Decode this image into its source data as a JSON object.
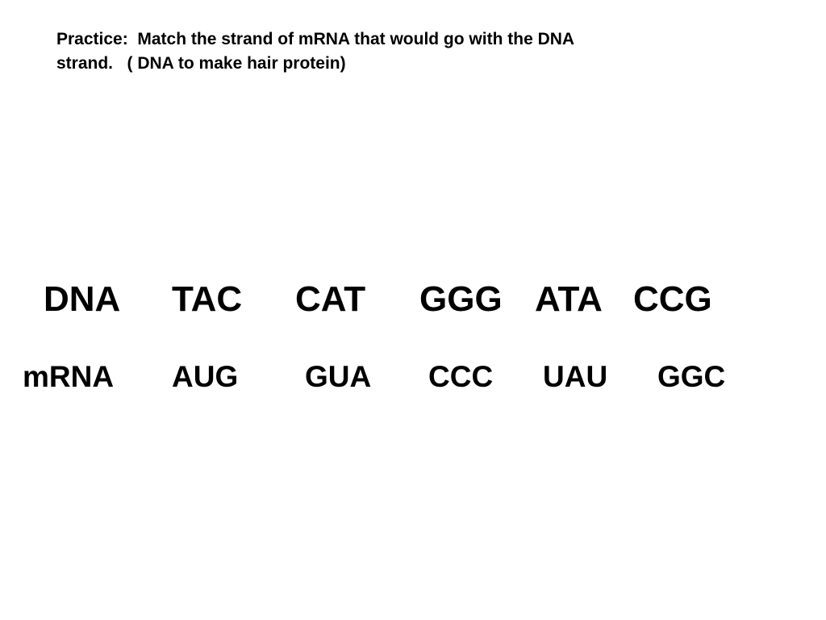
{
  "instructions": {
    "line1": "Practice:  Match the strand of mRNA that would go with the DNA",
    "line2": "strand.   ( DNA to make hair protein)"
  },
  "dna_row": {
    "label": "DNA",
    "codons": [
      "TAC",
      "CAT",
      "GGG",
      "ATA",
      "CCG"
    ]
  },
  "mrna_row": {
    "label": "mRNA",
    "codons": [
      "AUG",
      "GUA",
      "CCC",
      "UAU",
      "GGC"
    ]
  },
  "colors": {
    "text": "#000000",
    "background": "#ffffff"
  }
}
